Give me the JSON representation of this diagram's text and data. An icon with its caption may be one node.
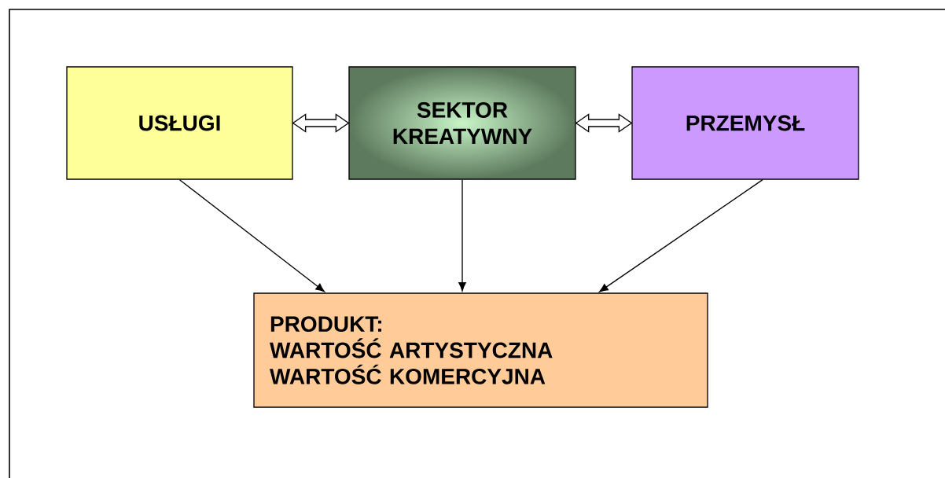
{
  "diagram": {
    "nodes": [
      {
        "text": [
          "USŁUGI"
        ]
      },
      {
        "text": [
          "SEKTOR KREATYWNY"
        ]
      },
      {
        "text": [
          "PRZEMYSŁ"
        ]
      },
      {
        "text": [
          "PRODUKT:",
          "WARTOŚĆ ARTYSTYCZNA",
          "WARTOŚĆ KOMERCYJNA"
        ]
      }
    ],
    "edges": [
      {
        "from": 0,
        "to": 1,
        "arrow": "both",
        "style": "thick"
      },
      {
        "from": 1,
        "to": 2,
        "arrow": "both",
        "style": "thick"
      },
      {
        "from": 0,
        "to": 3,
        "arrow": "to"
      },
      {
        "from": 1,
        "to": 3,
        "arrow": "to"
      },
      {
        "from": 2,
        "to": 3,
        "arrow": "to"
      }
    ]
  }
}
